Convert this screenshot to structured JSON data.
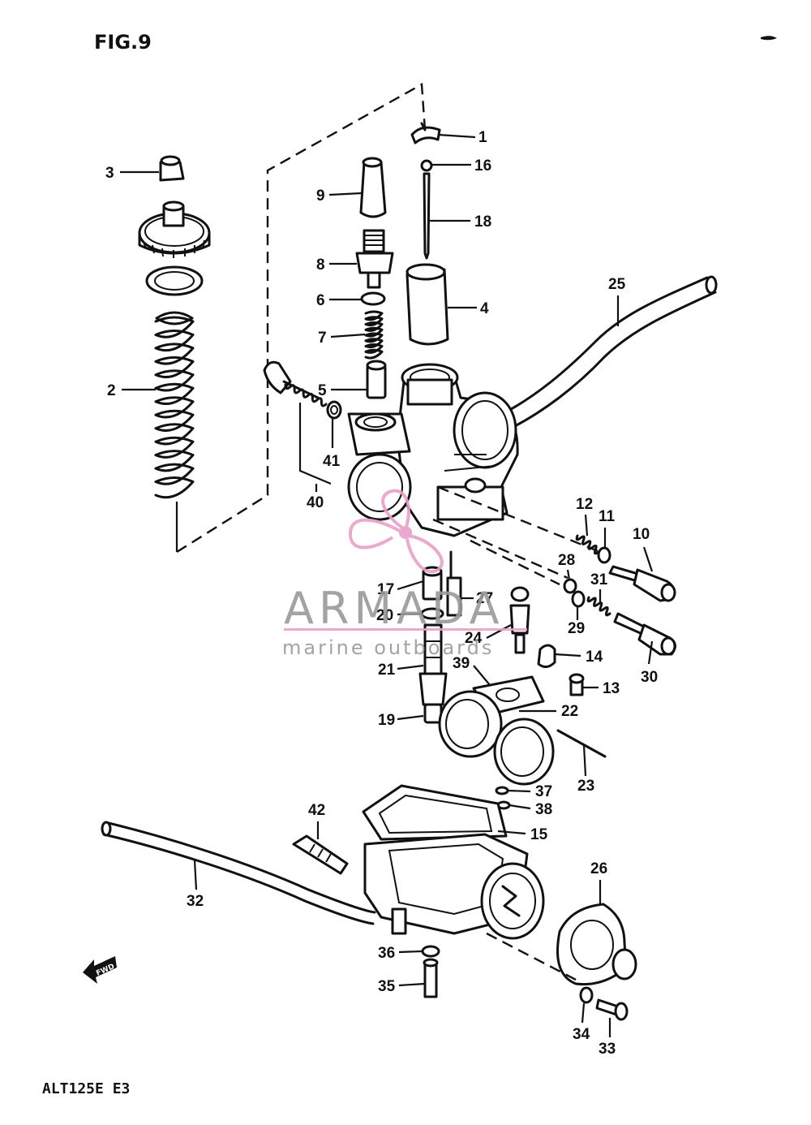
{
  "figure_title": "FIG.9",
  "model_code": "ALT125E E3",
  "direction_arrow_text": "FWD",
  "watermark": {
    "brand": "ARMADA",
    "tagline": "marine outboards",
    "accent_color": "#e8a0c8",
    "text_color": "#9a9a9a"
  },
  "colors": {
    "ink": "#111111",
    "paper": "#ffffff"
  },
  "callouts": [
    {
      "number": "1"
    },
    {
      "number": "2"
    },
    {
      "number": "3"
    },
    {
      "number": "4"
    },
    {
      "number": "5"
    },
    {
      "number": "6"
    },
    {
      "number": "7"
    },
    {
      "number": "8"
    },
    {
      "number": "9"
    },
    {
      "number": "10"
    },
    {
      "number": "11"
    },
    {
      "number": "12"
    },
    {
      "number": "13"
    },
    {
      "number": "14"
    },
    {
      "number": "15"
    },
    {
      "number": "16"
    },
    {
      "number": "17"
    },
    {
      "number": "18"
    },
    {
      "number": "19"
    },
    {
      "number": "20"
    },
    {
      "number": "21"
    },
    {
      "number": "22"
    },
    {
      "number": "23"
    },
    {
      "number": "24"
    },
    {
      "number": "25"
    },
    {
      "number": "26"
    },
    {
      "number": "27"
    },
    {
      "number": "28"
    },
    {
      "number": "29"
    },
    {
      "number": "30"
    },
    {
      "number": "31"
    },
    {
      "number": "32"
    },
    {
      "number": "33"
    },
    {
      "number": "34"
    },
    {
      "number": "35"
    },
    {
      "number": "36"
    },
    {
      "number": "37"
    },
    {
      "number": "38"
    },
    {
      "number": "39"
    },
    {
      "number": "40"
    },
    {
      "number": "41"
    },
    {
      "number": "42"
    }
  ]
}
